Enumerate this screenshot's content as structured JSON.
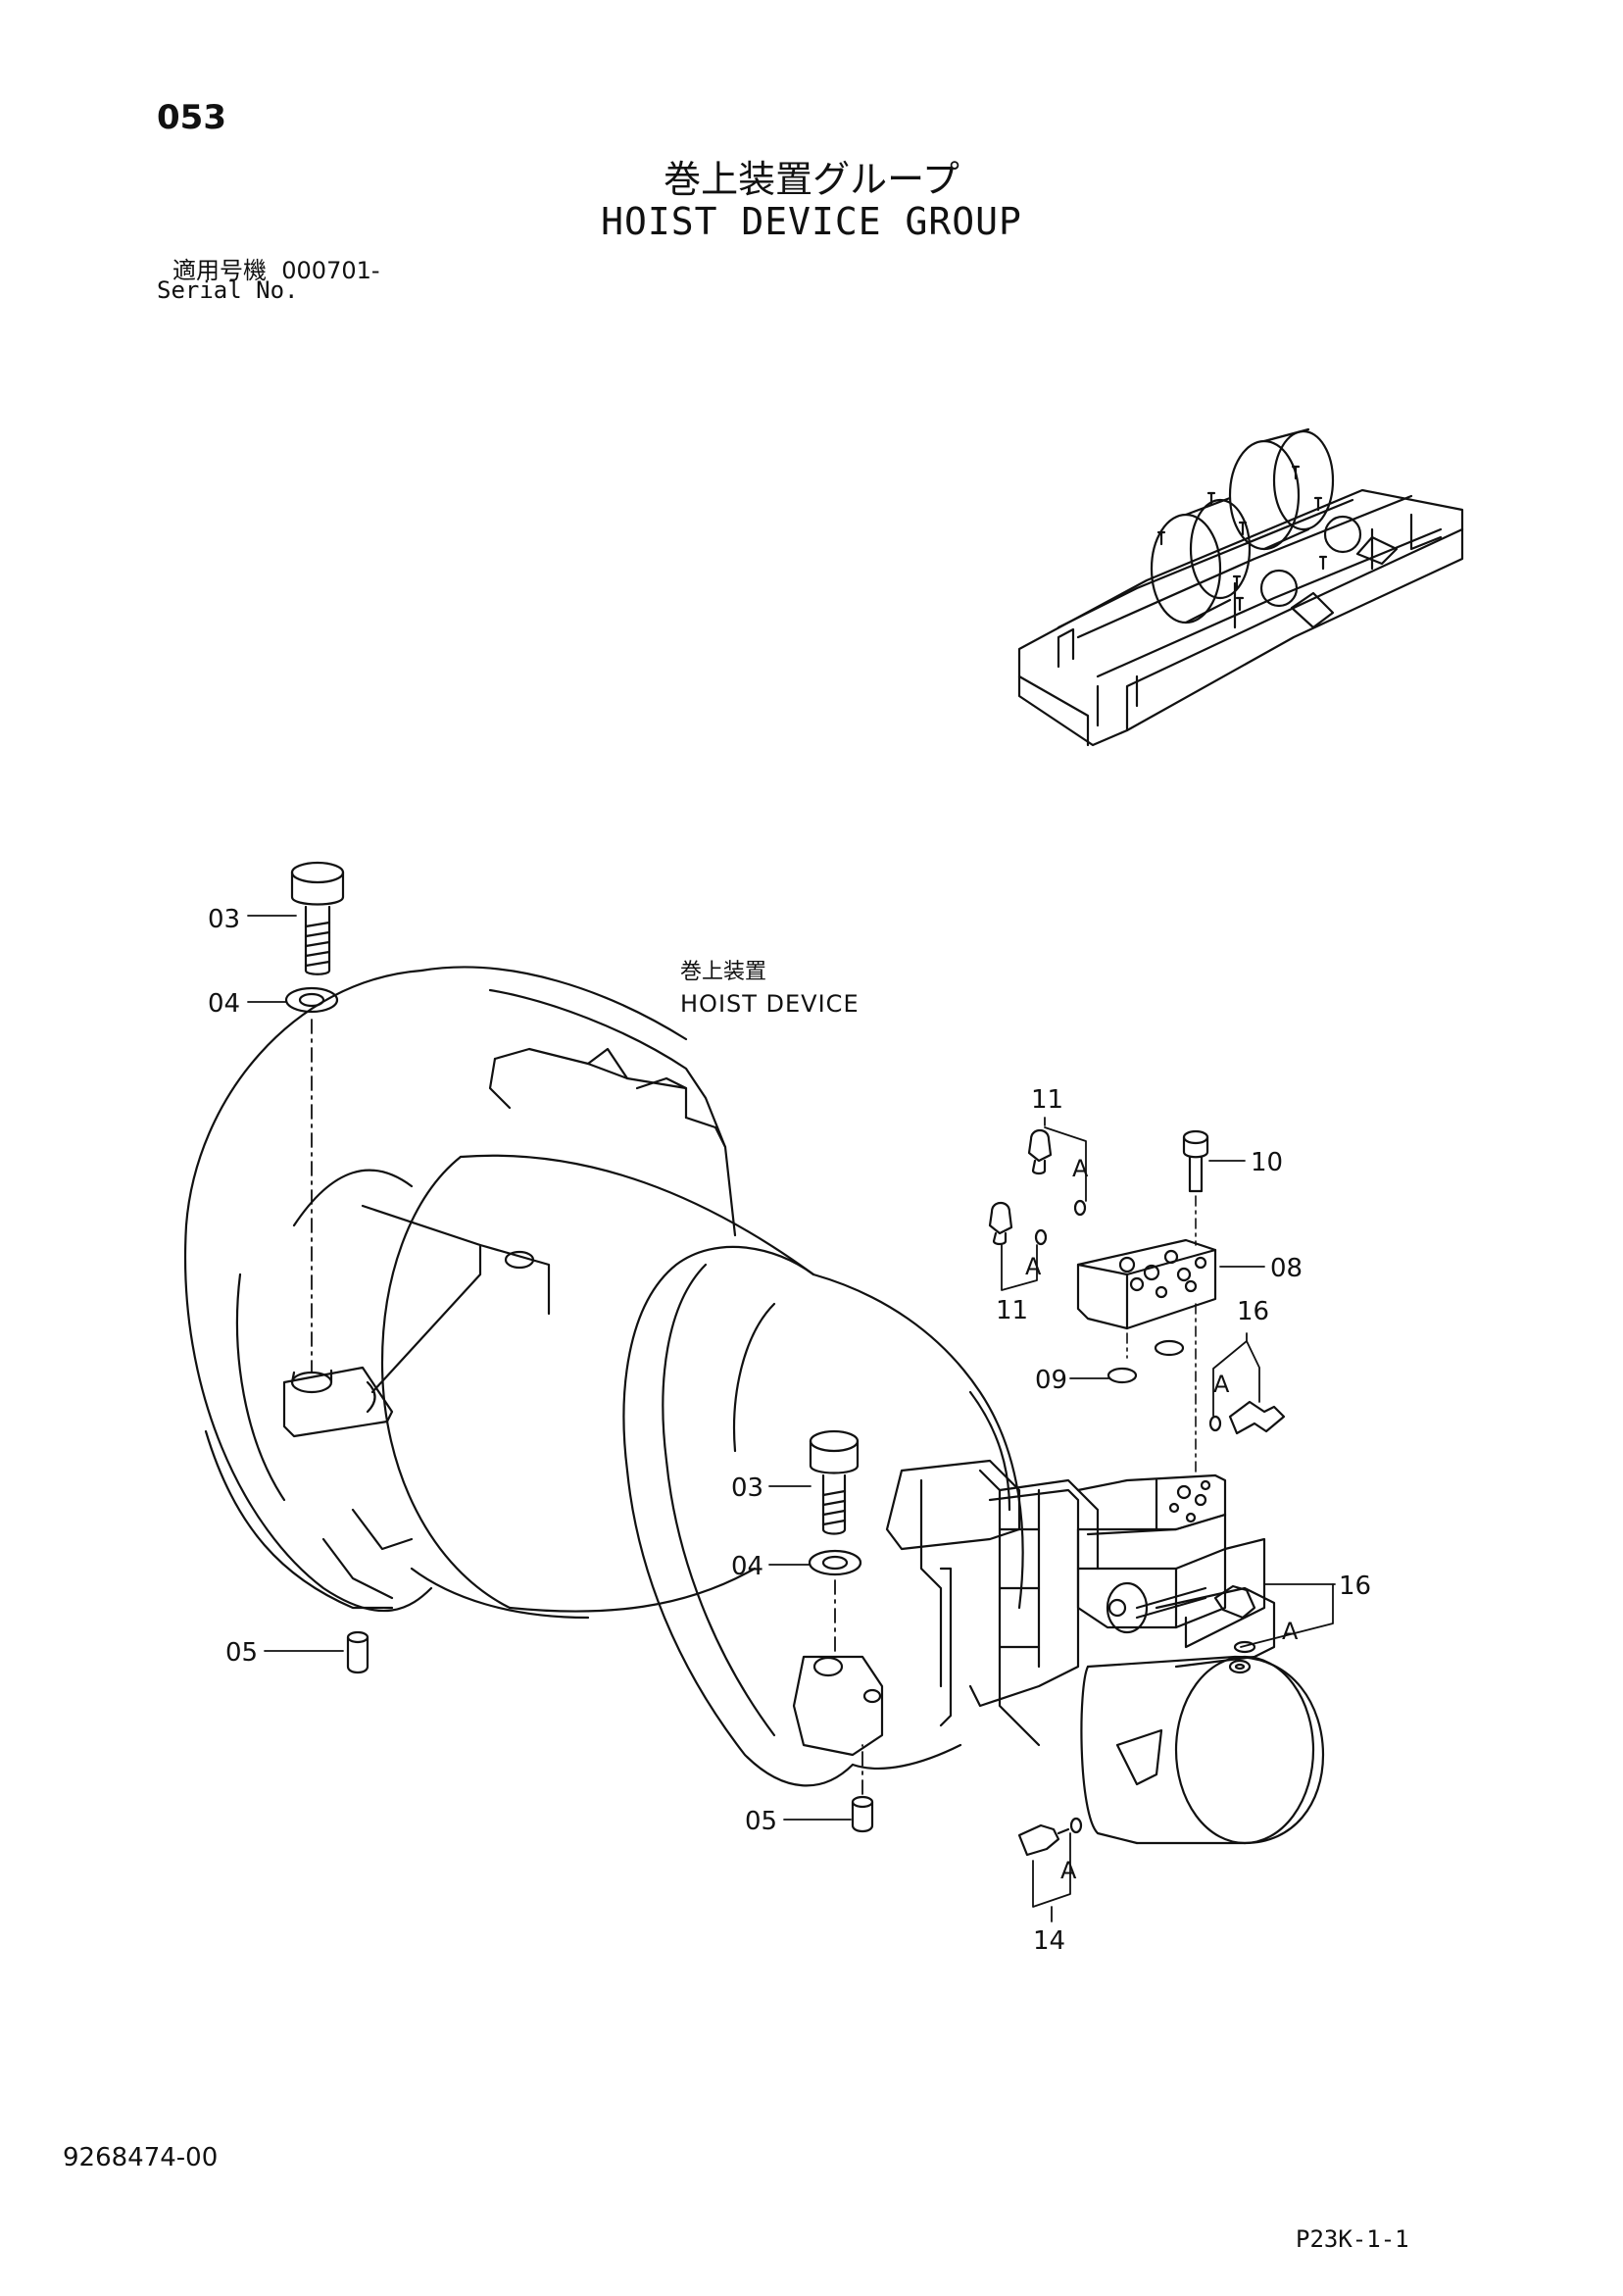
{
  "header": {
    "page_number": "053",
    "title_jp": "巻上装置グループ",
    "title_en": "HOIST DEVICE GROUP",
    "serial_label_jp": "適用号機",
    "serial_value": "000701-",
    "serial_label_en": "Serial No."
  },
  "assembly": {
    "label_jp": "巻上装置",
    "label_en": "HOIST DEVICE"
  },
  "callouts": {
    "c03_top": "03",
    "c04_top": "04",
    "c05_left": "05",
    "c03_mid": "03",
    "c04_mid": "04",
    "c05_bottom": "05",
    "c11_top": "11",
    "c11_bottom": "11",
    "c10": "10",
    "c08": "08",
    "c09": "09",
    "c16_top": "16",
    "c16_right": "16",
    "c14": "14",
    "a1": "A",
    "a2": "A",
    "a3": "A",
    "a4": "A",
    "a5": "A"
  },
  "footer": {
    "document_number": "9268474-00",
    "page_reference": "P23K-1-1"
  }
}
